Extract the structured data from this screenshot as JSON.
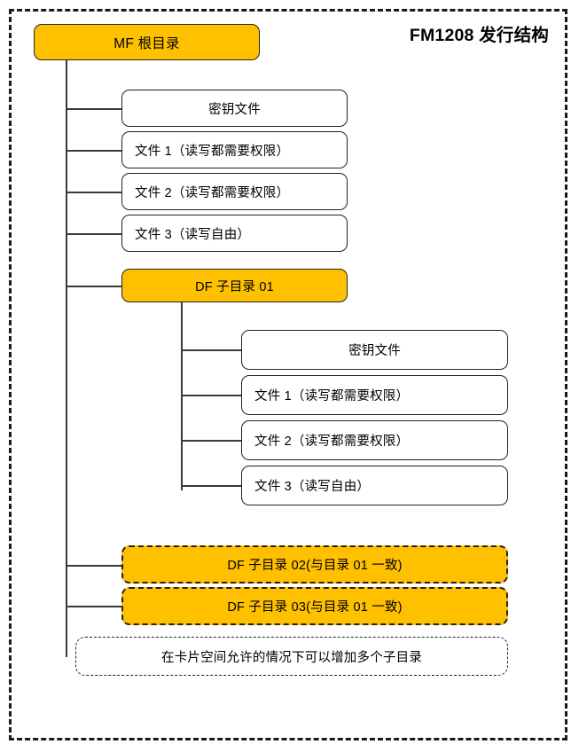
{
  "title": "FM1208 发行结构",
  "colors": {
    "accent": "#FFC000",
    "line": "#3a3a3a",
    "border": "#222222",
    "frame": "#1a1a1a",
    "background": "#ffffff"
  },
  "root": {
    "label": "MF 根目录"
  },
  "mf_children": [
    {
      "label": "密钥文件",
      "style": "white",
      "align": "center"
    },
    {
      "label": "文件 1（读写都需要权限）",
      "style": "white",
      "align": "left"
    },
    {
      "label": "文件 2（读写都需要权限）",
      "style": "white",
      "align": "left"
    },
    {
      "label": "文件 3（读写自由）",
      "style": "white",
      "align": "left"
    },
    {
      "label": "DF 子目录 01",
      "style": "orange",
      "align": "center"
    }
  ],
  "df01_children": [
    {
      "label": "密钥文件",
      "style": "white",
      "align": "center"
    },
    {
      "label": "文件 1（读写都需要权限）",
      "style": "white",
      "align": "left"
    },
    {
      "label": "文件 2（读写都需要权限）",
      "style": "white",
      "align": "left"
    },
    {
      "label": "文件 3（读写自由）",
      "style": "white",
      "align": "left"
    }
  ],
  "extra_directories": [
    {
      "label": "DF 子目录 02(与目录 01 一致)"
    },
    {
      "label": "DF 子目录 03(与目录 01 一致)"
    }
  ],
  "note": {
    "label": "在卡片空间允许的情况下可以增加多个子目录"
  }
}
